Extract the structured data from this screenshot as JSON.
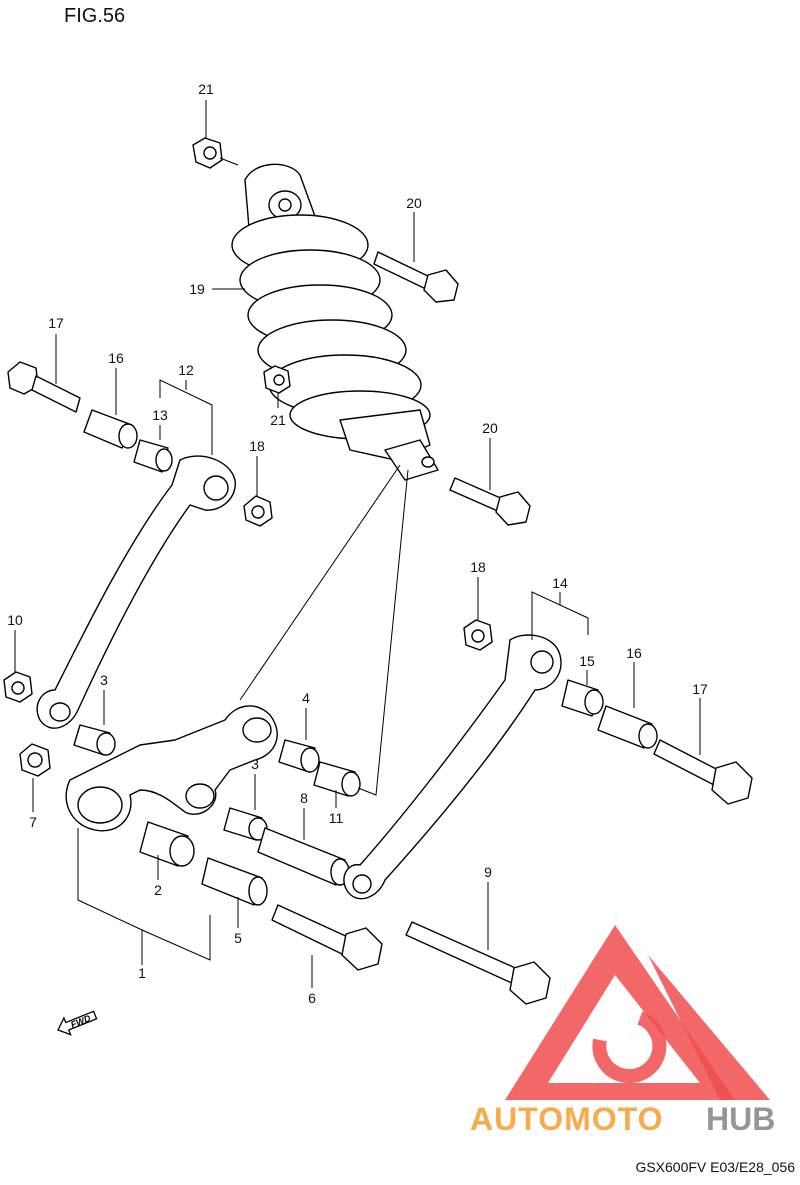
{
  "figure": {
    "title": "FIG.56",
    "code": "GSX600FV E03/E28_056"
  },
  "direction_marker": {
    "label": "FWD"
  },
  "watermark": {
    "word_a": "AUTOMOTO",
    "word_b": "HUB",
    "color_red": "#ee2a2a",
    "color_orange": "#f7a23a",
    "color_gray": "#8a8a8a"
  },
  "callouts": [
    "21",
    "20",
    "19",
    "17",
    "16",
    "12",
    "13",
    "18",
    "21",
    "20",
    "10",
    "3",
    "4",
    "3",
    "7",
    "8",
    "11",
    "2",
    "5",
    "1",
    "6",
    "9",
    "18",
    "14",
    "15",
    "16",
    "17"
  ]
}
